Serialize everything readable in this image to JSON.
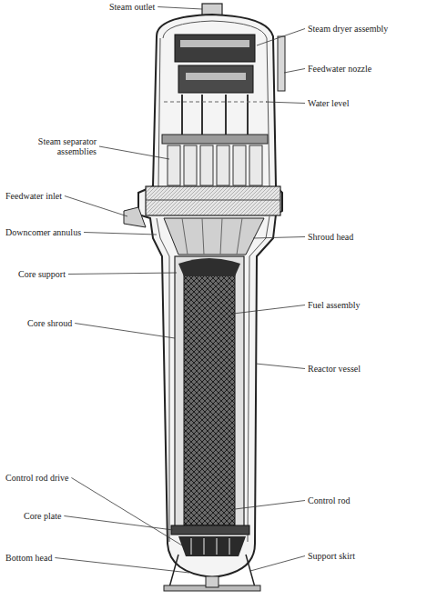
{
  "diagram": {
    "labels": [
      "Steam outlet",
      "Steam dryer assembly",
      "Feedwater nozzle",
      "Steam separator assemblies",
      "Feedwater inlet",
      "Water level",
      "Downcomer annulus",
      "Core support",
      "Shroud head",
      "Core shroud",
      "Fuel assembly",
      "Reactor vessel",
      "Control rod drive",
      "Core plate",
      "Control rod",
      "Bottom head",
      "Support skirt"
    ]
  }
}
